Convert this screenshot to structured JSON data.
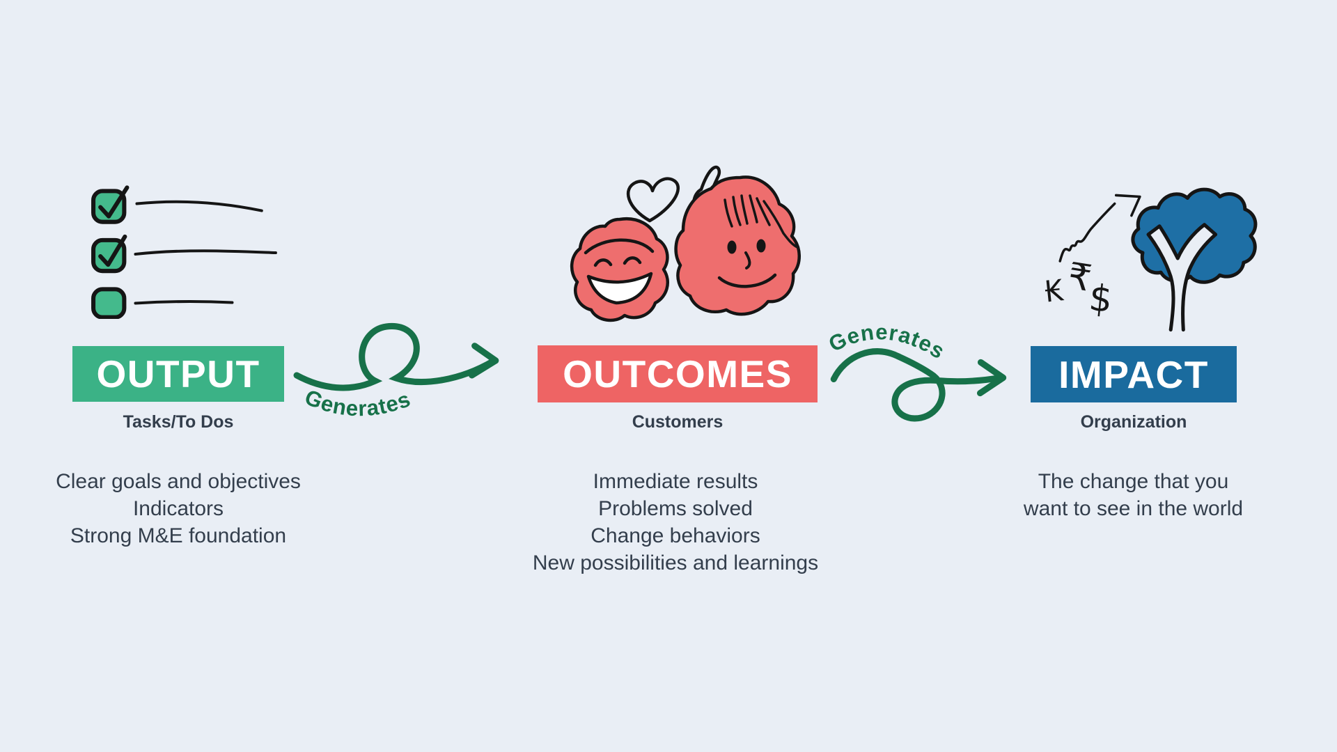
{
  "diagram": {
    "background_color": "#e9eef5",
    "text_color": "#333e4c",
    "arrow_color": "#177149",
    "stages": [
      {
        "id": "output",
        "title": "OUTPUT",
        "subtitle": "Tasks/To Dos",
        "box_color": "#3bb286",
        "illustration": "checklist",
        "description_lines": [
          "Clear goals and objectives",
          "Indicators",
          "Strong M&E foundation"
        ]
      },
      {
        "id": "outcomes",
        "title": "OUTCOMES",
        "subtitle": "Customers",
        "box_color": "#ee6464",
        "illustration": "happy-customers",
        "description_lines": [
          "Immediate results",
          "Problems solved",
          "Change behaviors",
          "New possibilities and learnings"
        ]
      },
      {
        "id": "impact",
        "title": "IMPACT",
        "subtitle": "Organization",
        "box_color": "#1a6b9e",
        "illustration": "currency-growth-tree",
        "description_lines": [
          "The change that you",
          "want to see in the world"
        ]
      }
    ],
    "connectors": [
      {
        "label": "Generates"
      },
      {
        "label": "Generates"
      }
    ],
    "currency_symbols": {
      "kip": "₭",
      "rupee": "₹",
      "dollar": "$"
    }
  }
}
